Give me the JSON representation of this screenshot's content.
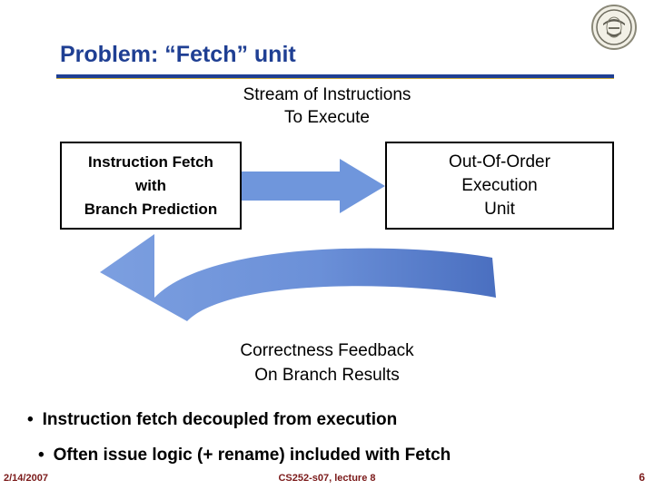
{
  "slide": {
    "title": "Problem: “Fetch” unit",
    "caption_top_line1": "Stream of Instructions",
    "caption_top_line2": "To Execute",
    "box_fetch_line1": "Instruction Fetch",
    "box_fetch_line2": "with",
    "box_fetch_line3": "Branch Prediction",
    "box_ooo_line1": "Out-Of-Order",
    "box_ooo_line2": "Execution",
    "box_ooo_line3": "Unit",
    "caption_bottom_line1": "Correctness Feedback",
    "caption_bottom_line2": "On Branch Results",
    "bullet_marker": "•",
    "bullet_1": "Instruction fetch decoupled from execution",
    "bullet_2": "Often issue logic (+ rename) included with Fetch",
    "arrow_right_name": "right-block-arrow",
    "arrow_curve_name": "curved-feedback-arrow"
  },
  "footer": {
    "date": "2/14/2007",
    "center": "CS252-s07, lecture 8",
    "page": "6"
  },
  "colors": {
    "title": "#1f3f93",
    "rule": "#1f3f93",
    "rule_accent": "#c8a93a",
    "arrow_light": "#6f96dc",
    "arrow_dark": "#4a6fc0",
    "footer": "#7b1a1a"
  }
}
